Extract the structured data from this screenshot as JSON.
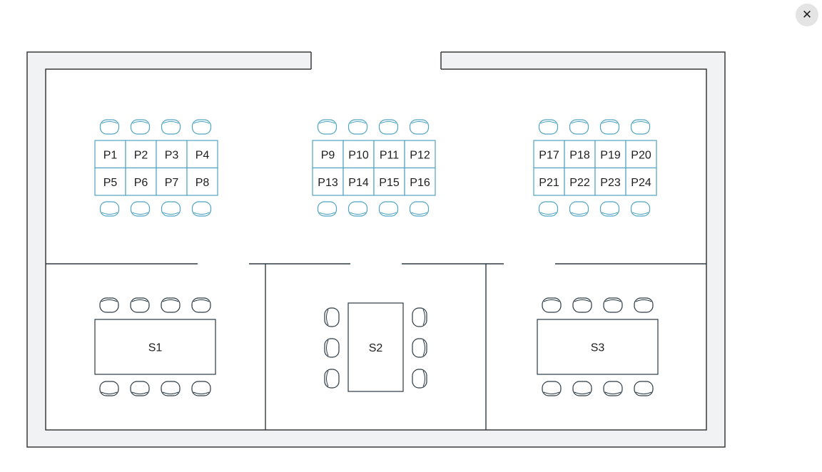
{
  "close_icon": "close-icon",
  "colors": {
    "wall": "#3a3a3a",
    "wall_fill": "#f1f2f3",
    "desk_accent": "#4fa3c2",
    "room_line": "#2c3a44"
  },
  "desk_clusters": [
    {
      "rows": [
        [
          "P1",
          "P2",
          "P3",
          "P4"
        ],
        [
          "P5",
          "P6",
          "P7",
          "P8"
        ]
      ]
    },
    {
      "rows": [
        [
          "P9",
          "P10",
          "P11",
          "P12"
        ],
        [
          "P13",
          "P14",
          "P15",
          "P16"
        ]
      ]
    },
    {
      "rows": [
        [
          "P17",
          "P18",
          "P19",
          "P20"
        ],
        [
          "P21",
          "P22",
          "P23",
          "P24"
        ]
      ]
    }
  ],
  "rooms": [
    {
      "label": "S1"
    },
    {
      "label": "S2"
    },
    {
      "label": "S3"
    }
  ]
}
